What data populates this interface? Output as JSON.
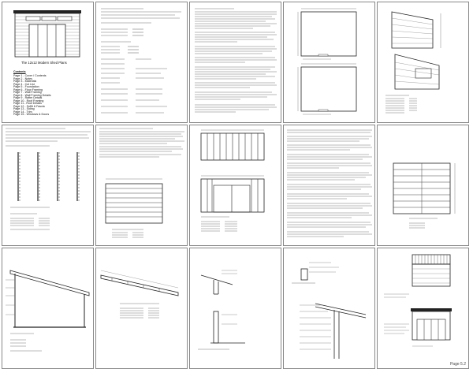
{
  "document": {
    "pages": [
      {
        "caption": "The 12x12 Modern Shed Plans",
        "contents_title": "Contents",
        "contents": [
          "Page 1 - Cover / Contents",
          "Page 2 - Notes",
          "Page 3 - Materials",
          "Page 4 - Cut List",
          "Page 5 - Foundation",
          "Page 6 - Floor Framing",
          "Page 7 - Wall Framing",
          "Page 8 - Wall Framing Details",
          "Page 9 - Rafter Details",
          "Page 10 - Roof Framing",
          "Page 11 - Roof Details",
          "Page 12 - Soffit & Fascia",
          "Page 13 - Siding",
          "Page 14 - Trim",
          "Page 15 - Windows & Doors"
        ]
      },
      {},
      {},
      {},
      {},
      {},
      {},
      {},
      {},
      {},
      {},
      {},
      {},
      {},
      {
        "page_label": "Page 5.2"
      }
    ]
  }
}
